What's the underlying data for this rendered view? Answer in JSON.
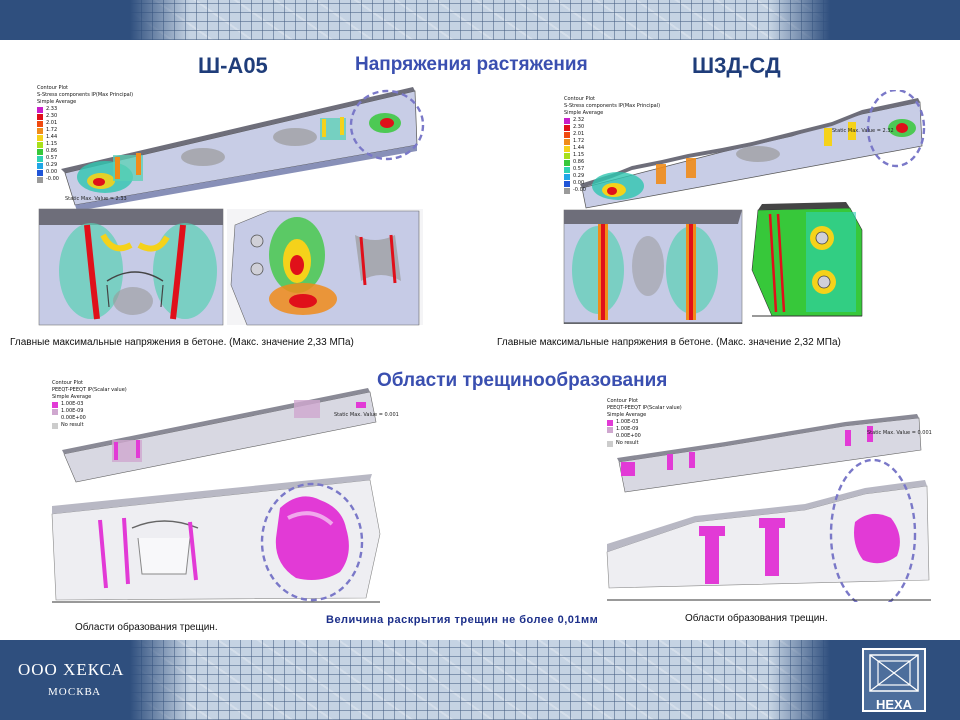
{
  "header": {
    "model_left": "Ш-А05",
    "model_right": "Ш3Д-СД",
    "tension_title": "Напряжения растяжения",
    "cracking_title": "Области трещинообразования"
  },
  "stress": {
    "legend_title_lines": [
      "Contour Plot",
      "S-Stress components IP(Max Principal)",
      "Simple Average"
    ],
    "left": {
      "legend_values": [
        "2.33",
        "2.30",
        "2.01",
        "1.72",
        "1.44",
        "1.15",
        "0.86",
        "0.57",
        "0.29",
        "0.00",
        "-0.00"
      ],
      "max_label": "Static Max. Value = 2.33",
      "caption": "Главные максимальные напряжения в бетоне. (Макс. значение 2,33 МПа)"
    },
    "right": {
      "legend_values": [
        "2.32",
        "2.30",
        "2.01",
        "1.72",
        "1.44",
        "1.15",
        "0.86",
        "0.57",
        "0.29",
        "0.00",
        "-0.00"
      ],
      "max_label": "Static Max. Value = 2.32",
      "caption": "Главные максимальные напряжения в бетоне. (Макс. значение 2,32 МПа)"
    },
    "legend_colors": [
      "#c81fc9",
      "#e0101a",
      "#f04a10",
      "#f08c1a",
      "#f5d21a",
      "#a8e01c",
      "#37c83a",
      "#2fd2b4",
      "#20a6e6",
      "#2055d8",
      "#9a9a9a"
    ]
  },
  "cracks": {
    "legend_title_lines": [
      "Contour Plot",
      "PEEQT-PEEQT IP(Scalar value)",
      "Simple Average"
    ],
    "legend_values": [
      "1.00E-03",
      "1.00E-09",
      "0.00E+00",
      "No result"
    ],
    "legend_colors": [
      "#e23ad6",
      "#cfa7cf",
      "#ffffff",
      "#cccccc"
    ],
    "max_label": "Static Max. Value = 0.001",
    "caption_left": "Области образования трещин.",
    "caption_right": "Области образования трещин.",
    "crack_width_note": "Величина раскрытия трещин не более 0,01мм"
  },
  "footer": {
    "company": "ООО ХЕКСА",
    "city": "МОСКВА",
    "logo_text": "HEXA"
  }
}
